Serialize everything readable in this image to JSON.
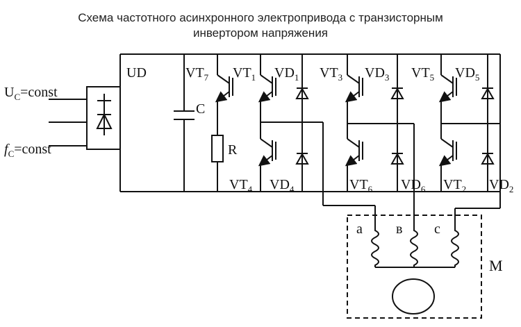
{
  "title": {
    "line1": "Схема частотного асинхронного электропривода с транзисторным",
    "line2": "инвертором напряжения"
  },
  "labels": {
    "uc": "U",
    "uc_sub": "C",
    "uc_rest": "=const",
    "fc": "f",
    "fc_sub": "C",
    "fc_rest": "=const",
    "ud": "UD",
    "c": "C",
    "r": "R",
    "vt7_top": "VT",
    "vt7_top_sub": "7",
    "vt1": "VT",
    "vt1_sub": "1",
    "vd1": "VD",
    "vd1_sub": "1",
    "vt3": "VT",
    "vt3_sub": "3",
    "vd3": "VD",
    "vd3_sub": "3",
    "vt5": "VT",
    "vt5_sub": "5",
    "vd5": "VD",
    "vd5_sub": "5",
    "vt4": "VT",
    "vt4_sub": "4",
    "vd4": "VD",
    "vd4_sub": "4",
    "vt6": "VT",
    "vt6_sub": "6",
    "vd6": "VD",
    "vd6_sub": "6",
    "vt2": "VT",
    "vt2_sub": "2",
    "vd2": "VD",
    "vd2_sub": "2",
    "phase_a": "а",
    "phase_b": "в",
    "phase_c": "с",
    "motor": "M"
  },
  "colors": {
    "line": "#111111",
    "background": "#ffffff"
  }
}
